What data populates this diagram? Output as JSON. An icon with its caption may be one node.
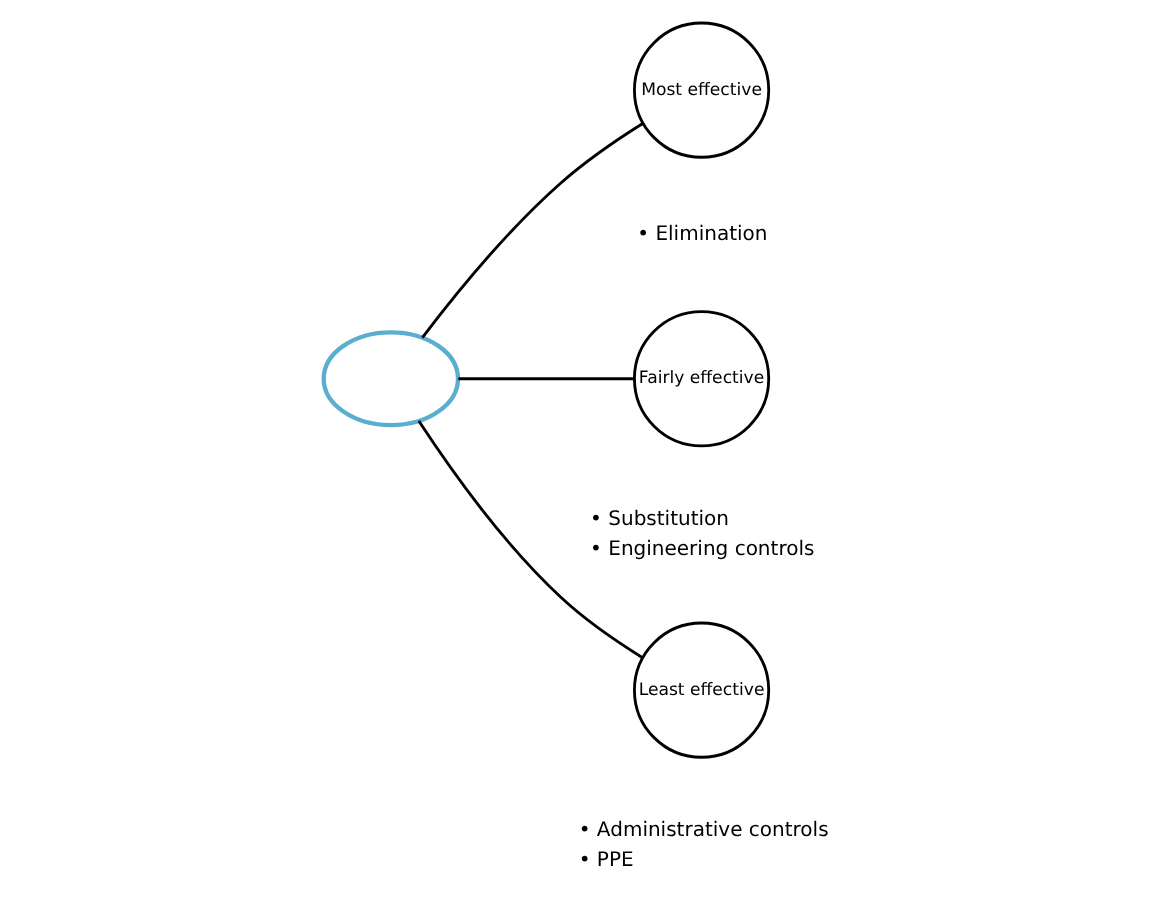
{
  "diagram": {
    "nodes": [
      {
        "text": [],
        "shape": "ellipse"
      },
      {
        "text": [
          "Most effective"
        ],
        "beside": [
          "• Elimination"
        ]
      },
      {
        "text": [
          "Fairly effective"
        ],
        "beside": [
          "• Substitution",
          "• Engineering controls"
        ]
      },
      {
        "text": [
          "Least effective"
        ],
        "beside": [
          "• Administrative controls",
          "• PPE"
        ]
      }
    ],
    "edges": [
      {
        "from": 0,
        "to": 1,
        "arrow": "none"
      },
      {
        "from": 0,
        "to": 2,
        "arrow": "none"
      },
      {
        "from": 0,
        "to": 3,
        "arrow": "none"
      }
    ]
  }
}
